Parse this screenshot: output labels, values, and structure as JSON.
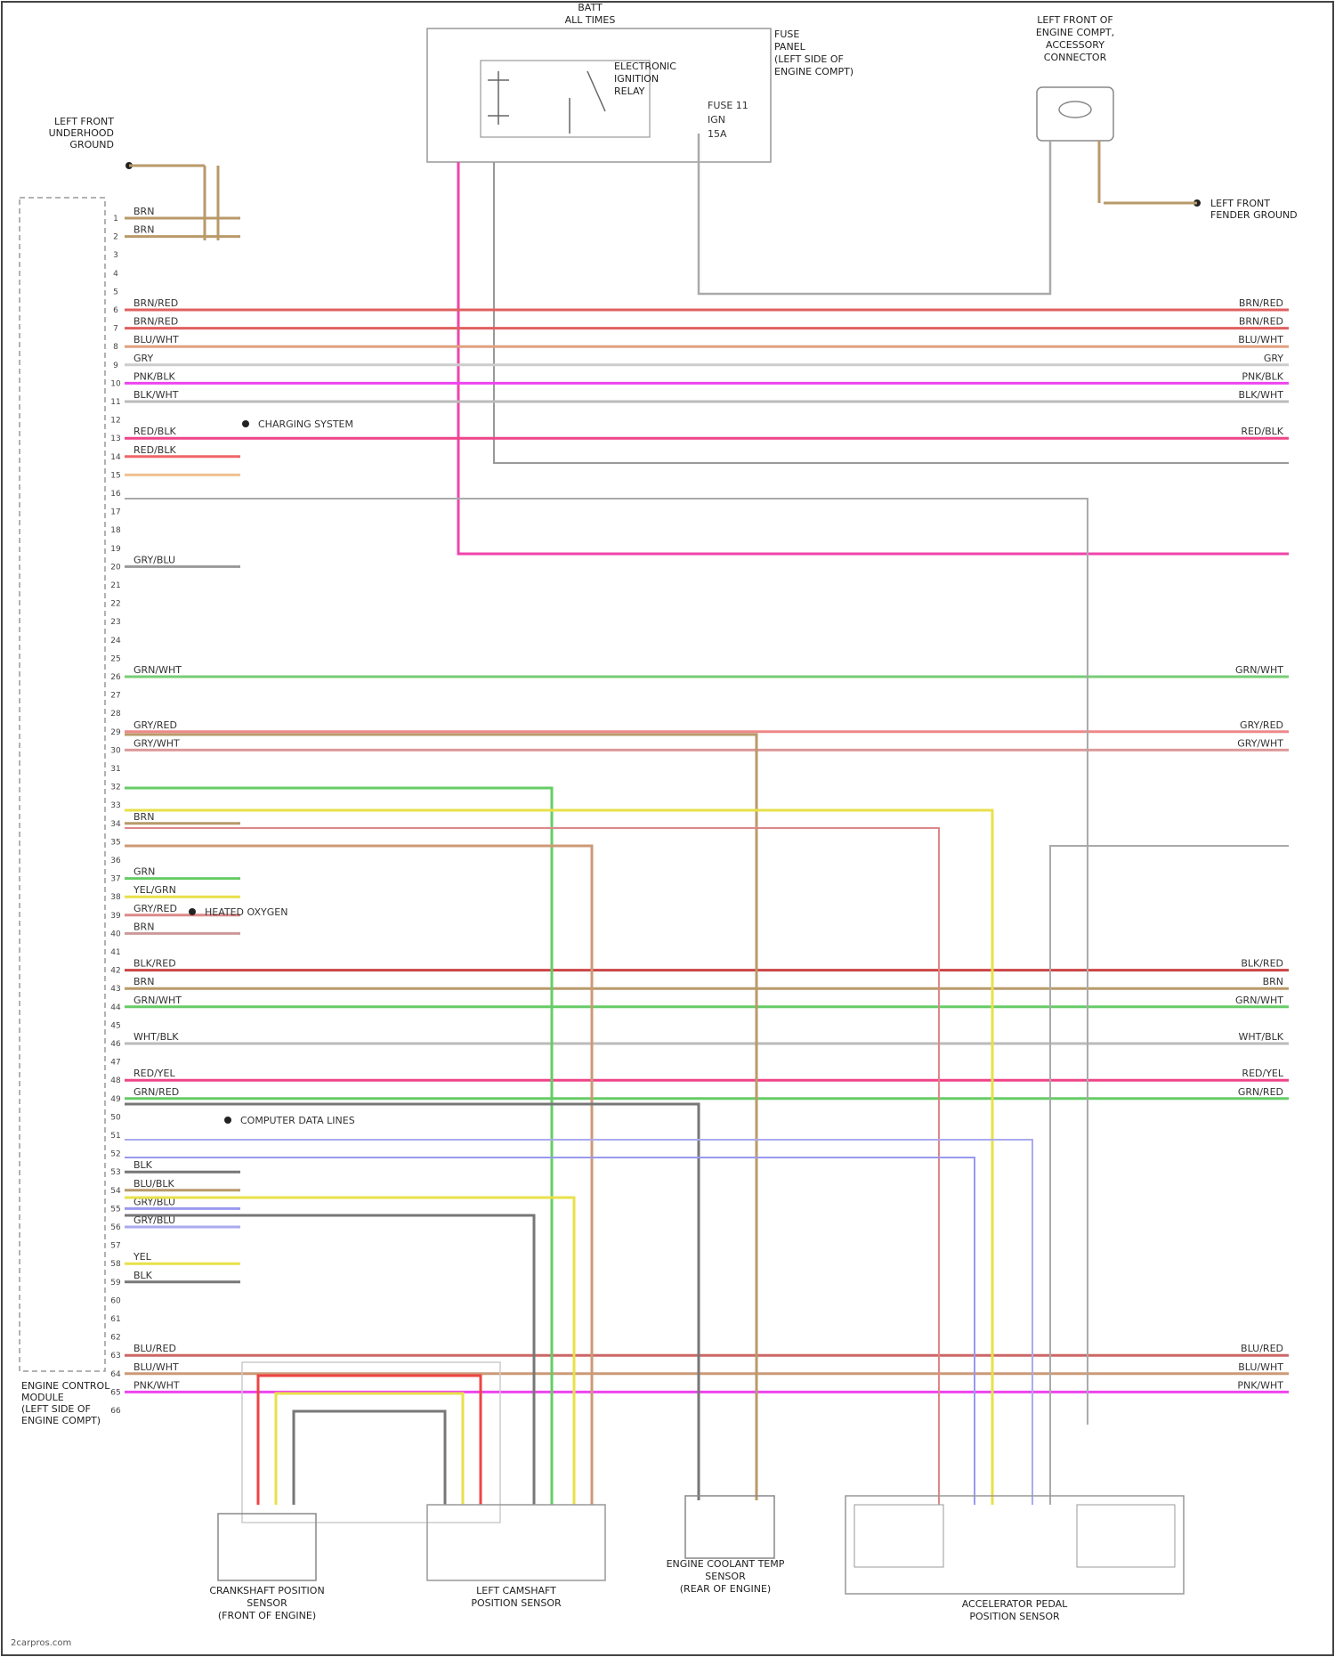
{
  "diagram": {
    "watermark": "2carpros.com",
    "ecm": {
      "label_lines": [
        "ENGINE CONTROL",
        "MODULE",
        "(LEFT SIDE OF",
        "ENGINE COMPT)"
      ]
    },
    "fuse": {
      "top_lines": [
        "BATT",
        "ALL TIMES"
      ],
      "side_lines": [
        "FUSE",
        "PANEL",
        "(LEFT SIDE OF",
        "ENGINE COMPT)"
      ]
    },
    "relay": {
      "lines": [
        "ELECTRONIC",
        "IGNITION",
        "RELAY"
      ]
    },
    "fuse_tags": [
      "FUSE 11",
      "IGN",
      "15A"
    ],
    "left_ground": {
      "lines": [
        "LEFT FRONT",
        "UNDERHOOD",
        "GROUND"
      ]
    },
    "right_ground": {
      "lines": [
        "LEFT FRONT",
        "FENDER GROUND"
      ]
    },
    "sensor_top_right": {
      "lines": [
        "LEFT FRONT OF",
        "ENGINE COMPT,",
        "ACCESSORY",
        "CONNECTOR"
      ]
    },
    "bottom_blocks": [
      {
        "lines": [
          "CRANKSHAFT POSITION",
          "SENSOR",
          "(FRONT OF ENGINE)"
        ]
      },
      {
        "lines": [
          "LEFT CAMSHAFT",
          "POSITION SENSOR"
        ]
      },
      {
        "lines": [
          "ENGINE COOLANT TEMP",
          "SENSOR",
          "(REAR OF ENGINE)"
        ]
      },
      {
        "lines": [
          "ACCELERATOR PEDAL",
          "POSITION SENSOR"
        ]
      }
    ],
    "branch_notes": [
      "CHARGING SYSTEM",
      "COMPUTER DATA LINES",
      "HEATED OXYGEN"
    ],
    "pin_numbers": [
      "1",
      "2",
      "3",
      "4",
      "5",
      "6",
      "7",
      "8",
      "9",
      "10",
      "11",
      "12",
      "13",
      "14",
      "15",
      "16",
      "17",
      "18",
      "19",
      "20",
      "21",
      "22",
      "23",
      "24",
      "25",
      "26",
      "27",
      "28",
      "29",
      "30",
      "31",
      "32",
      "33",
      "34",
      "35",
      "36",
      "37",
      "38",
      "39",
      "40",
      "41",
      "42",
      "43",
      "44",
      "45",
      "46",
      "47",
      "48",
      "49",
      "50",
      "51",
      "52",
      "53",
      "54",
      "55",
      "56",
      "57",
      "58",
      "59",
      "60",
      "61",
      "62",
      "63",
      "64",
      "65",
      "66"
    ],
    "wires": [
      {
        "pin": 1,
        "color": "#b89a6a",
        "left": "BRN",
        "right": ""
      },
      {
        "pin": 2,
        "color": "#b89a6a",
        "left": "BRN",
        "right": ""
      },
      {
        "pin": 6,
        "color": "#e06060",
        "left": "BRN/RED",
        "right": "BRN/RED"
      },
      {
        "pin": 7,
        "color": "#e06060",
        "left": "BRN/RED",
        "right": "BRN/RED"
      },
      {
        "pin": 8,
        "color": "#e0a080",
        "left": "BLU/WHT",
        "right": "BLU/WHT"
      },
      {
        "pin": 9,
        "color": "#cccccc",
        "left": "GRY",
        "right": "GRY"
      },
      {
        "pin": 10,
        "color": "#ee44ee",
        "left": "PNK/BLK",
        "right": "PNK/BLK"
      },
      {
        "pin": 11,
        "color": "#bbbbbb",
        "left": "BLK/WHT",
        "right": "BLK/WHT"
      },
      {
        "pin": 13,
        "color": "#ee4488",
        "left": "RED/BLK",
        "right": "RED/BLK"
      },
      {
        "pin": 14,
        "color": "#ee6666",
        "left": "RED/BLK",
        "right": ""
      },
      {
        "pin": 15,
        "color": "#f0c090",
        "left": "",
        "right": ""
      },
      {
        "pin": 20,
        "color": "#999999",
        "left": "GRY/BLU",
        "right": ""
      },
      {
        "pin": 26,
        "color": "#77cc77",
        "left": "GRN/WHT",
        "right": "GRN/WHT"
      },
      {
        "pin": 29,
        "color": "#ee8888",
        "left": "GRY/RED",
        "right": "GRY/RED"
      },
      {
        "pin": 30,
        "color": "#dd9999",
        "left": "GRY/WHT",
        "right": "GRY/WHT"
      },
      {
        "pin": 34,
        "color": "#b89a6a",
        "left": "BRN",
        "right": ""
      },
      {
        "pin": 37,
        "color": "#66cc66",
        "left": "GRN",
        "right": ""
      },
      {
        "pin": 38,
        "color": "#e8e04a",
        "left": "YEL/GRN",
        "right": ""
      },
      {
        "pin": 39,
        "color": "#dd8888",
        "left": "GRY/RED",
        "right": ""
      },
      {
        "pin": 40,
        "color": "#cc9999",
        "left": "BRN",
        "right": ""
      },
      {
        "pin": 42,
        "color": "#cc4444",
        "left": "BLK/RED",
        "right": "BLK/RED"
      },
      {
        "pin": 43,
        "color": "#b89a6a",
        "left": "BRN",
        "right": "BRN"
      },
      {
        "pin": 44,
        "color": "#66cc66",
        "left": "GRN/WHT",
        "right": "GRN/WHT"
      },
      {
        "pin": 46,
        "color": "#bbbbbb",
        "left": "WHT/BLK",
        "right": "WHT/BLK"
      },
      {
        "pin": 48,
        "color": "#ee4488",
        "left": "RED/YEL",
        "right": "RED/YEL"
      },
      {
        "pin": 49,
        "color": "#66cc66",
        "left": "GRN/RED",
        "right": "GRN/RED"
      },
      {
        "pin": 53,
        "color": "#777777",
        "left": "BLK",
        "right": ""
      },
      {
        "pin": 54,
        "color": "#b89a6a",
        "left": "BLU/BLK",
        "right": ""
      },
      {
        "pin": 55,
        "color": "#9999ee",
        "left": "GRY/BLU",
        "right": ""
      },
      {
        "pin": 56,
        "color": "#aaaaee",
        "left": "GRY/BLU",
        "right": ""
      },
      {
        "pin": 58,
        "color": "#e8e04a",
        "left": "YEL",
        "right": ""
      },
      {
        "pin": 59,
        "color": "#777777",
        "left": "BLK",
        "right": ""
      },
      {
        "pin": 63,
        "color": "#cc6666",
        "left": "BLU/RED",
        "right": "BLU/RED"
      },
      {
        "pin": 64,
        "color": "#cc9977",
        "left": "BLU/WHT",
        "right": "BLU/WHT"
      },
      {
        "pin": 65,
        "color": "#ee44ee",
        "left": "PNK/WHT",
        "right": "PNK/WHT"
      }
    ]
  }
}
